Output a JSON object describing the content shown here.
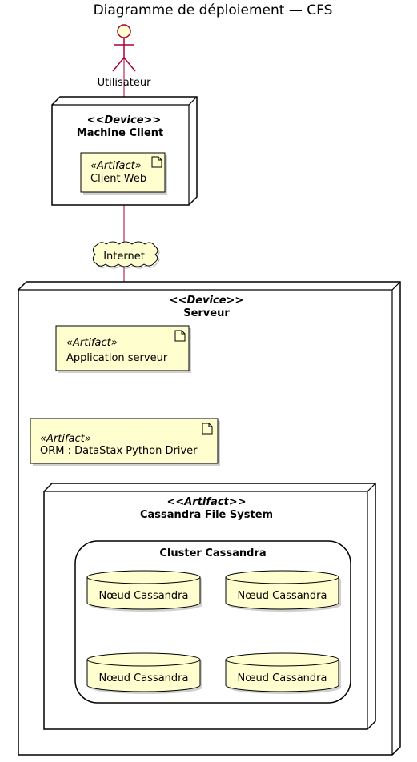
{
  "title": "Diagramme de déploiement — CFS",
  "actor": {
    "name": "Utilisateur"
  },
  "client_node": {
    "stereotype_open": "<<",
    "stereotype": "Device",
    "stereotype_close": ">>",
    "name": "Machine Client",
    "artifact": {
      "stereotype": "«Artifact»",
      "name": "Client Web"
    }
  },
  "cloud": {
    "name": "Internet"
  },
  "server_node": {
    "stereotype_open": "<<",
    "stereotype": "Device",
    "stereotype_close": ">>",
    "name": "Serveur",
    "app_artifact": {
      "stereotype": "«Artifact»",
      "name": "Application serveur"
    },
    "orm_artifact": {
      "stereotype": "«Artifact»",
      "name": "ORM : DataStax Python Driver"
    },
    "fs_node": {
      "stereotype_open": "<<",
      "stereotype": "Artifact",
      "stereotype_close": ">>",
      "name": "Cassandra File System",
      "cluster": {
        "name": "Cluster Cassandra",
        "databases": [
          "Nœud Cassandra",
          "Nœud Cassandra",
          "Nœud Cassandra",
          "Nœud Cassandra"
        ]
      }
    }
  },
  "colors": {
    "relation": "#a80036",
    "artifact_fill": "#fefece",
    "actor_fill": "#fefece"
  }
}
